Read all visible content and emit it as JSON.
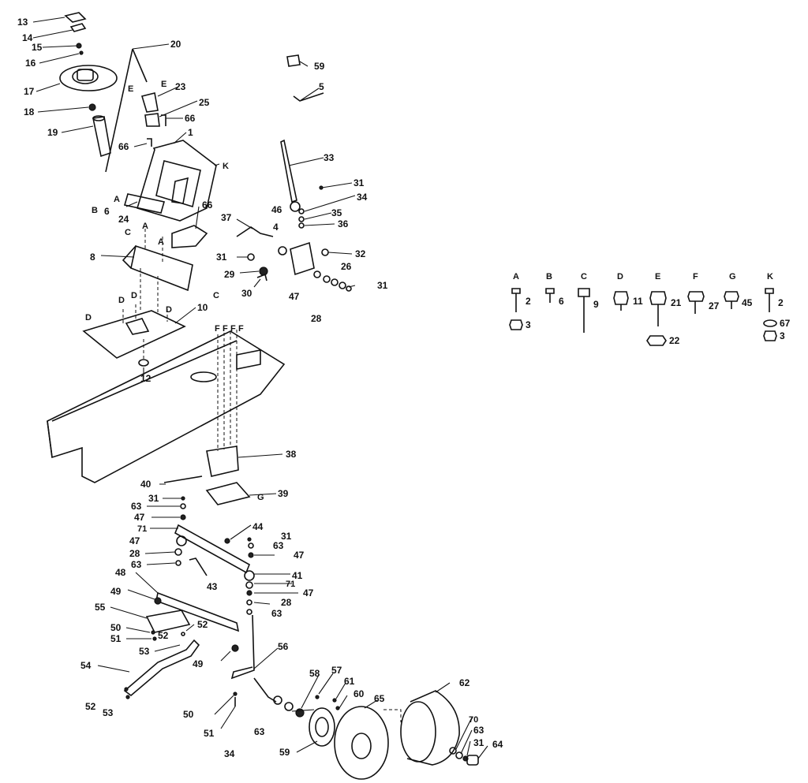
{
  "labels": {
    "p13": "13",
    "p14": "14",
    "p15": "15",
    "p16": "16",
    "p17": "17",
    "p18": "18",
    "p19": "19",
    "p20": "20",
    "p23": "23",
    "p25": "25",
    "p66a": "66",
    "p66b": "66",
    "p1": "1",
    "p24": "24",
    "p6": "6",
    "p66c": "66",
    "p8": "8",
    "p10": "10",
    "p12": "12",
    "p59top": "59",
    "p5": "5",
    "p33": "33",
    "p31a": "31",
    "p34a": "34",
    "p46": "46",
    "p35": "35",
    "p36": "36",
    "p37": "37",
    "p4": "4",
    "p31b": "31",
    "p32": "32",
    "p29": "29",
    "p26": "26",
    "p30": "30",
    "p47a": "47",
    "p28a": "28",
    "p31c": "31",
    "p38": "38",
    "p40": "40",
    "p39": "39",
    "p31d": "31",
    "p63a": "63",
    "p47b": "47",
    "p71a": "71",
    "p44": "44",
    "p31e": "31",
    "p47c": "47",
    "p63b": "63",
    "p47d": "47",
    "p28b": "28",
    "p63c": "63",
    "p43": "43",
    "p41": "41",
    "p71b": "71",
    "p47e": "47",
    "p28c": "28",
    "p63d": "63",
    "p48": "48",
    "p49a": "49",
    "p55": "55",
    "p52a": "52",
    "p50a": "50",
    "p52b": "52",
    "p51a": "51",
    "p53a": "53",
    "p54": "54",
    "p49b": "49",
    "p56": "56",
    "p52c": "52",
    "p53b": "53",
    "p50b": "50",
    "p51b": "51",
    "p34b": "34",
    "p58": "58",
    "p57": "57",
    "p61": "61",
    "p60": "60",
    "p65": "65",
    "p62": "62",
    "p63e": "63",
    "p59": "59",
    "p70": "70",
    "p63f": "63",
    "p31f": "31",
    "p64": "64"
  },
  "letters": {
    "E1": "E",
    "E2": "E",
    "K1": "K",
    "A1": "A",
    "B1": "B",
    "C1": "C",
    "A2": "A",
    "A3": "A",
    "D1": "D",
    "D2": "D",
    "D3": "D",
    "D4": "D",
    "C2": "C",
    "F1": "F",
    "F2": "F",
    "F3": "F",
    "F4": "F",
    "G1": "G"
  },
  "hardware_key": [
    {
      "letter": "A",
      "bolt": "2",
      "nut": "3"
    },
    {
      "letter": "B",
      "bolt": "6"
    },
    {
      "letter": "C",
      "bolt": "9"
    },
    {
      "letter": "D",
      "bolt": "11"
    },
    {
      "letter": "E",
      "bolt": "21",
      "nut": "22"
    },
    {
      "letter": "F",
      "bolt": "27"
    },
    {
      "letter": "G",
      "bolt": "45"
    },
    {
      "letter": "K",
      "bolt": "2",
      "washer": "67",
      "nut": "3"
    }
  ]
}
